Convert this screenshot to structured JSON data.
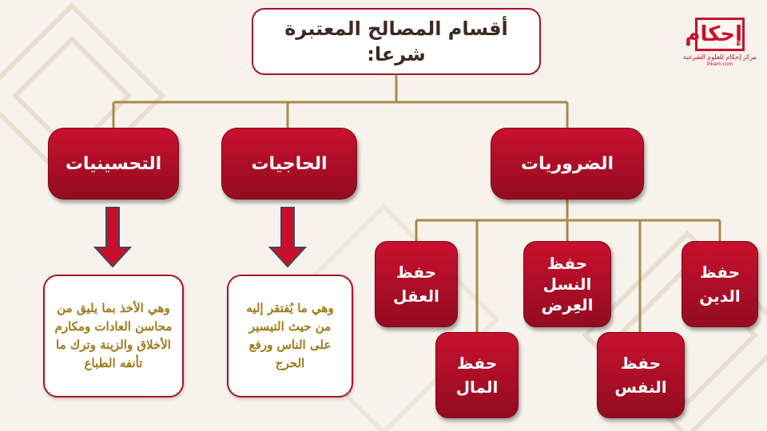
{
  "title": {
    "line1": "أقسام المصالح المعتبرة",
    "line2": "شرعا:"
  },
  "logo": {
    "mark": "إحكام",
    "subtitle": "مركز إحكام للعلوم الشرعية",
    "tagline": "ihkam.com"
  },
  "categories": {
    "daruriyat": "الضروريات",
    "hajiyat": "الحاجيات",
    "tahsiniyat": "التحسينيات"
  },
  "hifz": {
    "din": {
      "line1": "حفظ",
      "line2": "الدين"
    },
    "nasl": {
      "line1": "حفظ",
      "line2": "النسل",
      "line3": "العِرض"
    },
    "aql": {
      "line1": "حفظ",
      "line2": "العقل"
    },
    "nafs": {
      "line1": "حفظ",
      "line2": "النفس"
    },
    "mal": {
      "line1": "حفظ",
      "line2": "المال"
    }
  },
  "descriptions": {
    "hajiyat": "وهي ما يُفتقر إليه من حيث التيسير على الناس ورفع الحرج",
    "tahsiniyat": "وهي الأخذ بما يليق من محاسن العادات ومكارم الأخلاق والزينة وترك ما تأنفه الطباع"
  },
  "colors": {
    "accent": "#c8102e",
    "connector": "#a88a4a",
    "desc_text": "#a07a1a",
    "background": "#f7f3ec"
  }
}
